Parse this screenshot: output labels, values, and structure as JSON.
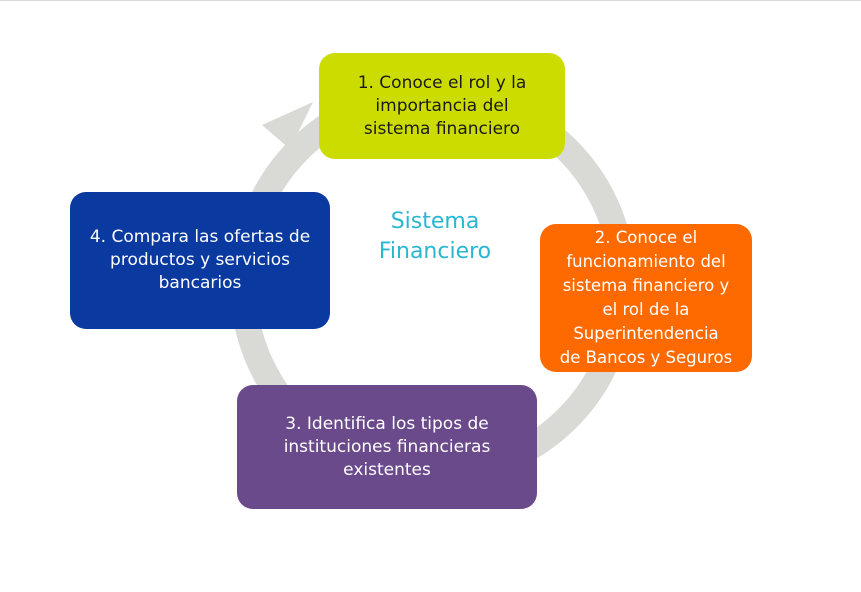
{
  "diagram": {
    "center_title": "Sistema\nFinanciero",
    "center_color": "#29b6d1",
    "ring_color": "#d9d9d6",
    "steps": [
      {
        "label": "1. Conoce el rol y la\nimportancia del\nsistema financiero",
        "color": "#cddc00"
      },
      {
        "label": "2. Conoce el\nfuncionamiento del\nsistema financiero y\nel rol de la\nSuperintendencia\nde Bancos y Seguros",
        "color": "#ff6a00"
      },
      {
        "label": "3. Identifica los tipos de\ninstituciones financieras\nexistentes",
        "color": "#6b4a8c"
      },
      {
        "label": "4. Compara las ofertas de\nproductos y servicios\nbancarios",
        "color": "#0a3aa0"
      }
    ]
  }
}
